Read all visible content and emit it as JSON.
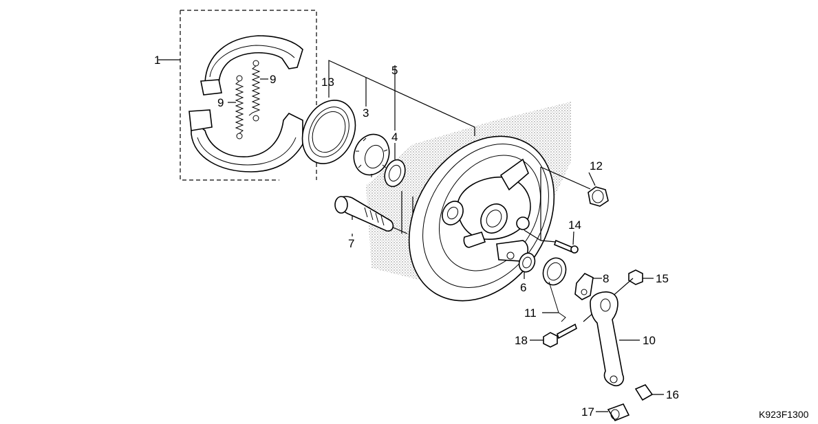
{
  "diagram": {
    "code": "K923F1300",
    "callouts": [
      {
        "id": "c1",
        "text": "1"
      },
      {
        "id": "c9a",
        "text": "9"
      },
      {
        "id": "c9b",
        "text": "9"
      },
      {
        "id": "c13",
        "text": "13"
      },
      {
        "id": "c3",
        "text": "3"
      },
      {
        "id": "c5",
        "text": "5"
      },
      {
        "id": "c4",
        "text": "4"
      },
      {
        "id": "c7",
        "text": "7"
      },
      {
        "id": "c12",
        "text": "12"
      },
      {
        "id": "c14",
        "text": "14"
      },
      {
        "id": "c6",
        "text": "6"
      },
      {
        "id": "c8",
        "text": "8"
      },
      {
        "id": "c15",
        "text": "15"
      },
      {
        "id": "c11",
        "text": "11"
      },
      {
        "id": "c10",
        "text": "10"
      },
      {
        "id": "c18",
        "text": "18"
      },
      {
        "id": "c16",
        "text": "16"
      },
      {
        "id": "c17",
        "text": "17"
      }
    ]
  }
}
